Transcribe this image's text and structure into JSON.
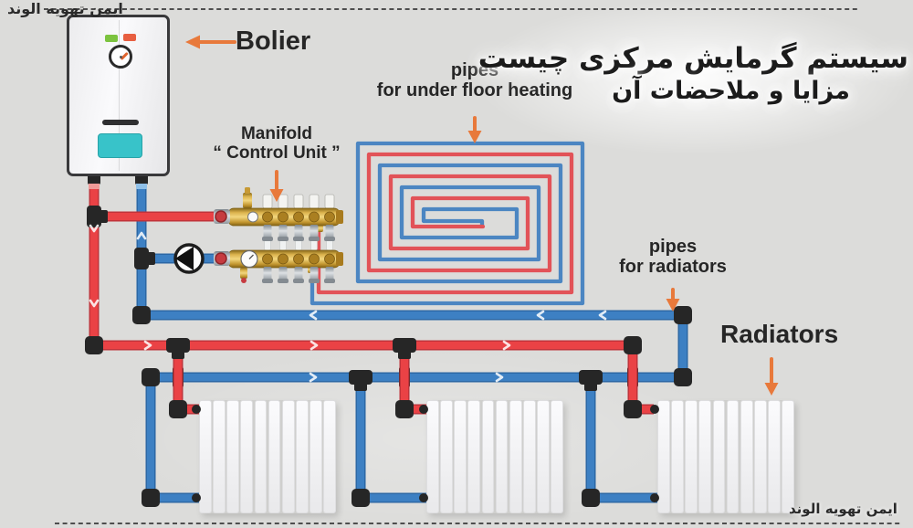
{
  "title": {
    "line1": "سیستم گرمایش مرکزی چیست",
    "line2": "مزایا و ملاحضات آن"
  },
  "watermarks": {
    "top": "ايمن تهويه الوند",
    "bottom": "ايمن تهويه الوند"
  },
  "labels": {
    "boiler": "Bolier",
    "manifold_line1": "Manifold",
    "manifold_line2": "“ Control Unit ”",
    "underfloor_line1": "pipes",
    "underfloor_line2": "for under floor heating",
    "radiator_pipes_line1": "pipes",
    "radiator_pipes_line2": "for radiators",
    "radiators": "Radiators"
  },
  "diagram": {
    "radiator_count": 3,
    "fins_per_radiator": 10,
    "colors": {
      "supply_pipe": "#ea4245",
      "return_pipe": "#3d80c3",
      "fitting": "#262626",
      "arrow": "#e8793b",
      "brass": "#c79a35",
      "background": "#dcdcda"
    }
  }
}
